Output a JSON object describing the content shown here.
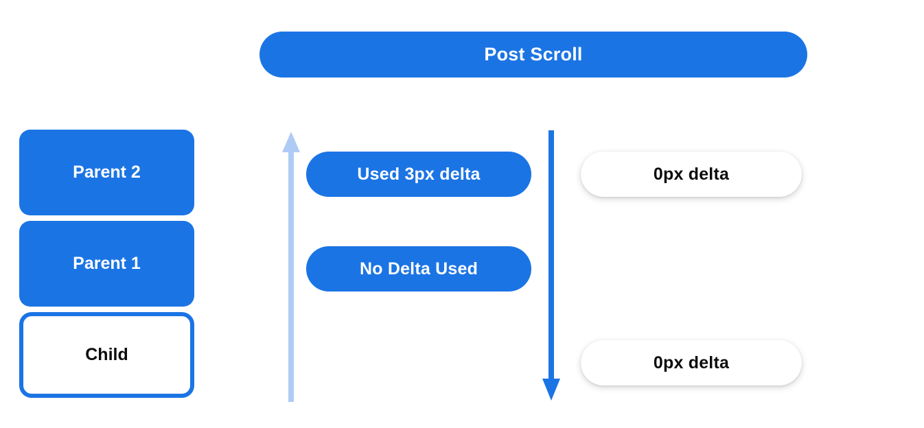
{
  "banner": {
    "title": "Post Scroll"
  },
  "colors": {
    "blue": "#1B74E4",
    "light_blue": "#AECBF5",
    "white": "#FFFFFF",
    "text_dark": "#0C0C0C"
  },
  "node_stack": {
    "items": [
      {
        "label": "Parent 2",
        "style": "filled"
      },
      {
        "label": "Parent 1",
        "style": "filled"
      },
      {
        "label": "Child",
        "style": "outlined"
      }
    ]
  },
  "arrows": [
    {
      "name": "scroll-up-arrow",
      "direction": "up",
      "color": "#AECBF5"
    },
    {
      "name": "scroll-down-arrow",
      "direction": "down",
      "color": "#1B74E4"
    }
  ],
  "middle_column": {
    "pills": [
      {
        "label": "Used 3px delta",
        "style": "blue"
      },
      {
        "label": "No Delta Used",
        "style": "blue"
      }
    ]
  },
  "right_column": {
    "pills": [
      {
        "label": "0px delta",
        "style": "white"
      },
      {
        "label": "0px delta",
        "style": "white"
      }
    ]
  }
}
